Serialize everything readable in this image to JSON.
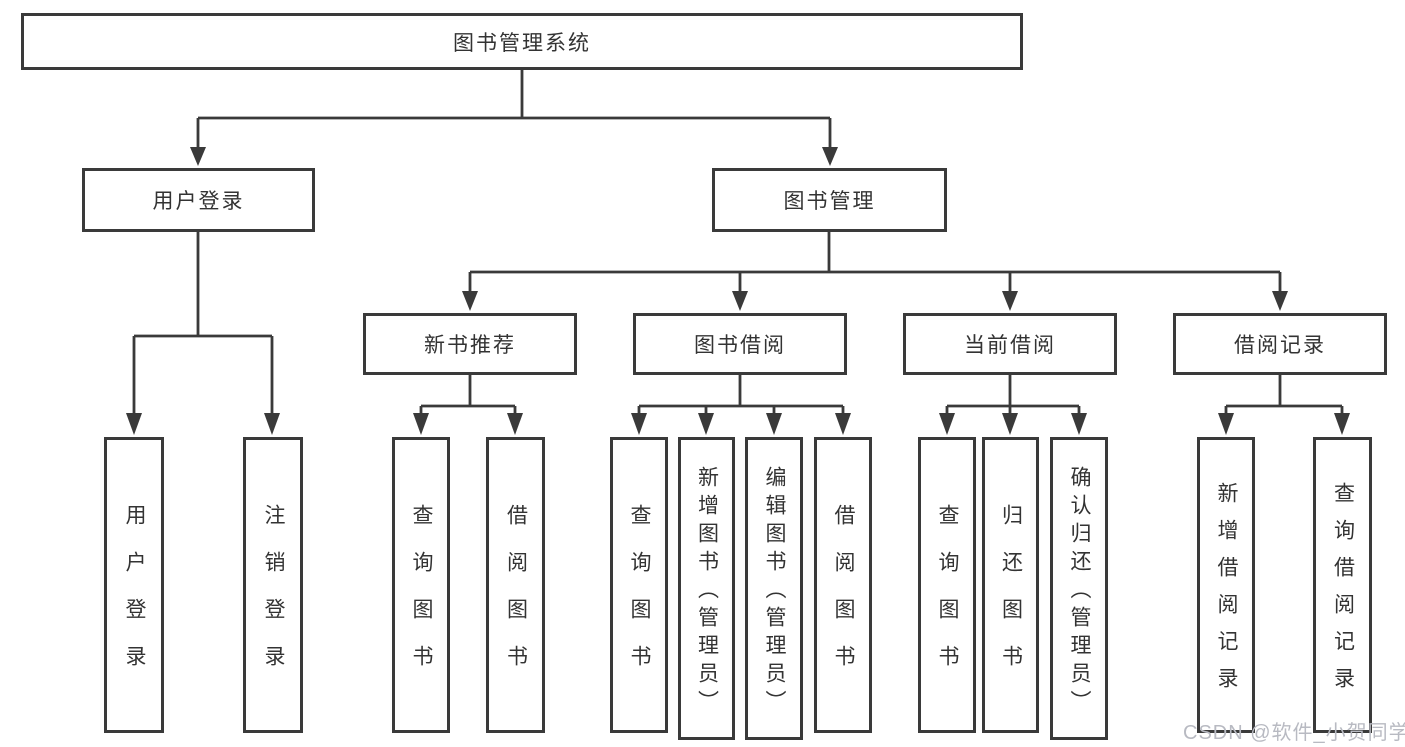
{
  "nodes": {
    "root": "图书管理系统",
    "user_login": "用户登录",
    "book_mgmt": "图书管理",
    "new_book_rec": "新书推荐",
    "book_borrow": "图书借阅",
    "current_borrow": "当前借阅",
    "borrow_records": "借阅记录",
    "leaf_user_login": "用户登录",
    "leaf_logout": "注销登录",
    "leaf_query_book_rec": "查询图书",
    "leaf_borrow_book_rec": "借阅图书",
    "leaf_query_book_borrow": "查询图书",
    "leaf_add_book_admin": "新增图书（管理员）",
    "leaf_edit_book_admin": "编辑图书（管理员）",
    "leaf_borrow_book_borrow": "借阅图书",
    "leaf_query_book_current": "查询图书",
    "leaf_return_book": "归还图书",
    "leaf_confirm_return_admin": "确认归还（管理员）",
    "leaf_add_borrow_record": "新增借阅记录",
    "leaf_query_borrow_record": "查询借阅记录"
  },
  "watermark": {
    "text": "CSDN @软件_小贺同学"
  },
  "colors": {
    "line": "#3a3a3a",
    "text": "#333333",
    "watermark": "#b8bac2",
    "background": "#ffffff"
  }
}
